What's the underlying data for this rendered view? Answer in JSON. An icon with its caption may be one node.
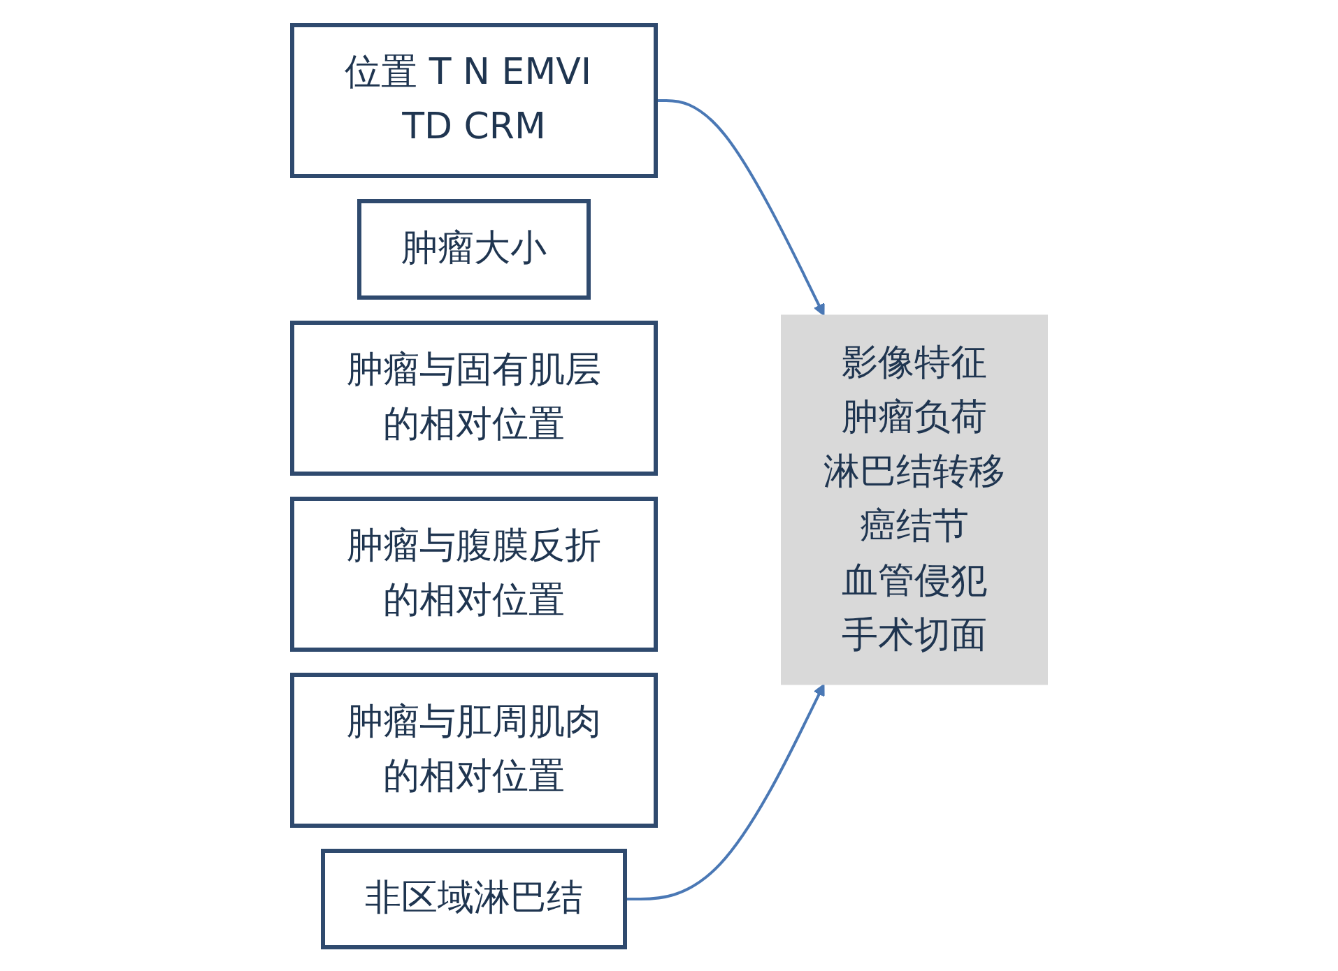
{
  "diagram": {
    "nodes": [
      {
        "text": [
          "位置 T N EMVI TD CRM"
        ]
      },
      {
        "text": [
          "肿瘤大小"
        ]
      },
      {
        "text": [
          "肿瘤与固有肌层的相对位置"
        ]
      },
      {
        "text": [
          "肿瘤与腹膜反折的相对位置"
        ]
      },
      {
        "text": [
          "肿瘤与肛周肌肉的相对位置"
        ]
      },
      {
        "text": [
          "非区域淋巴结"
        ]
      },
      {
        "text": [
          "影像特征",
          "肿瘤负荷",
          "淋巴结转移",
          "癌结节",
          "血管侵犯",
          "手术切面"
        ]
      }
    ],
    "edges": [
      {
        "from": 0,
        "to": 6,
        "arrow": "to"
      },
      {
        "from": 5,
        "to": 6,
        "arrow": "to"
      }
    ]
  }
}
